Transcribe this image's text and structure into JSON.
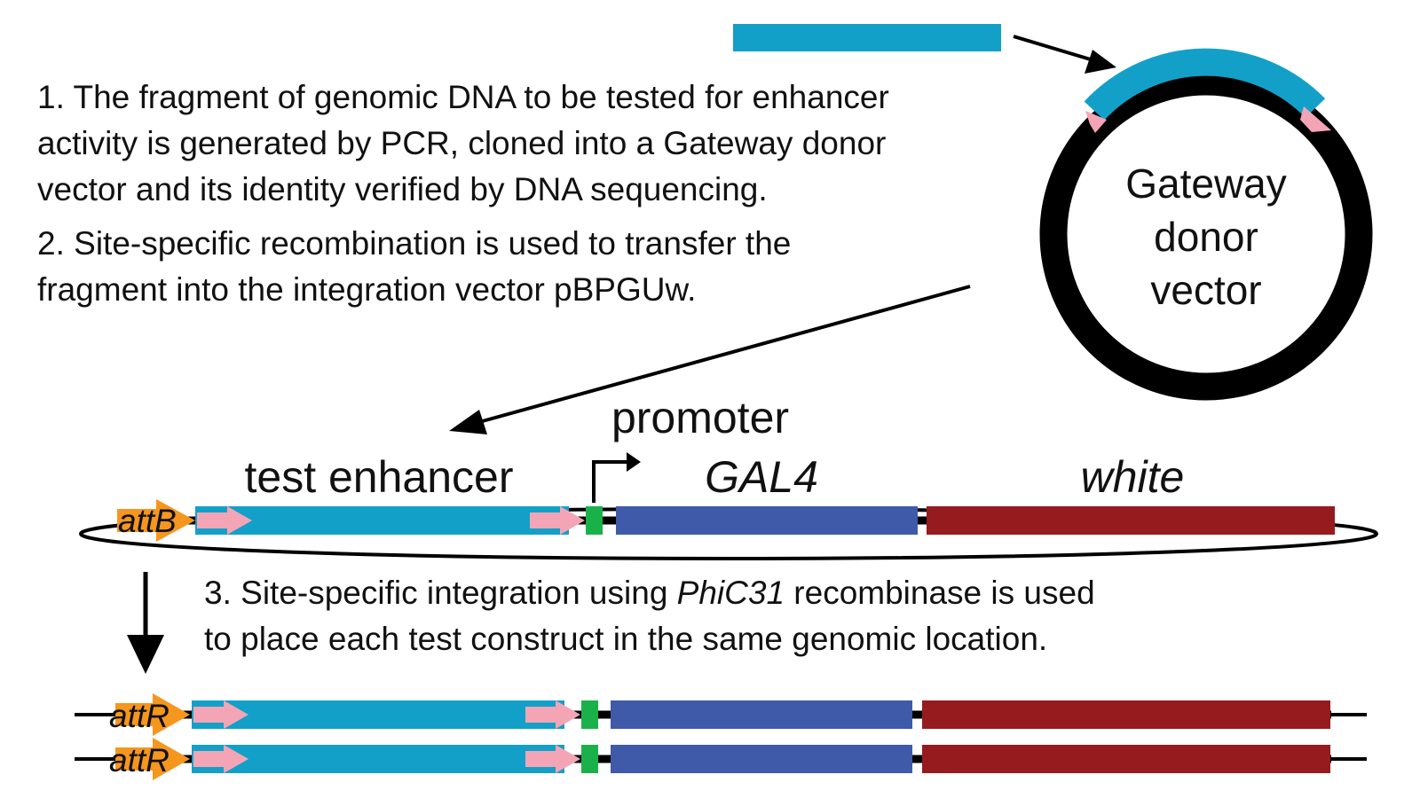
{
  "step1": {
    "lines": [
      "1. The fragment of genomic DNA to be tested for enhancer",
      "activity is generated by PCR, cloned into a Gateway donor",
      "vector and its identity verified by DNA sequencing."
    ]
  },
  "step2": {
    "lines": [
      "2. Site-specific recombination is used to transfer the",
      "fragment into the integration vector pBPGUw."
    ]
  },
  "step3": {
    "line1_pre": "3. Site-specific integration using ",
    "line1_italic": "PhiC31",
    "line1_post": " recombinase is used",
    "line2": "to place each test construct in the same genomic location."
  },
  "donor_vector": {
    "lines": [
      "Gateway",
      "donor",
      "vector"
    ]
  },
  "construct_labels": {
    "promoter": "promoter",
    "test_enhancer": "test enhancer",
    "gal4": "GAL4",
    "white": "white"
  },
  "site_labels": {
    "attB": "attB",
    "attR_top": "attR",
    "attR_bottom": "attR"
  },
  "colors": {
    "fragment": "#12a0c9",
    "att_site": "#f5961e",
    "recombination_arrow": "#f4a5b5",
    "promoter": "#1ab14b",
    "gal4": "#3f5aa8",
    "white_gene": "#951b1e",
    "backbone": "#000000"
  }
}
